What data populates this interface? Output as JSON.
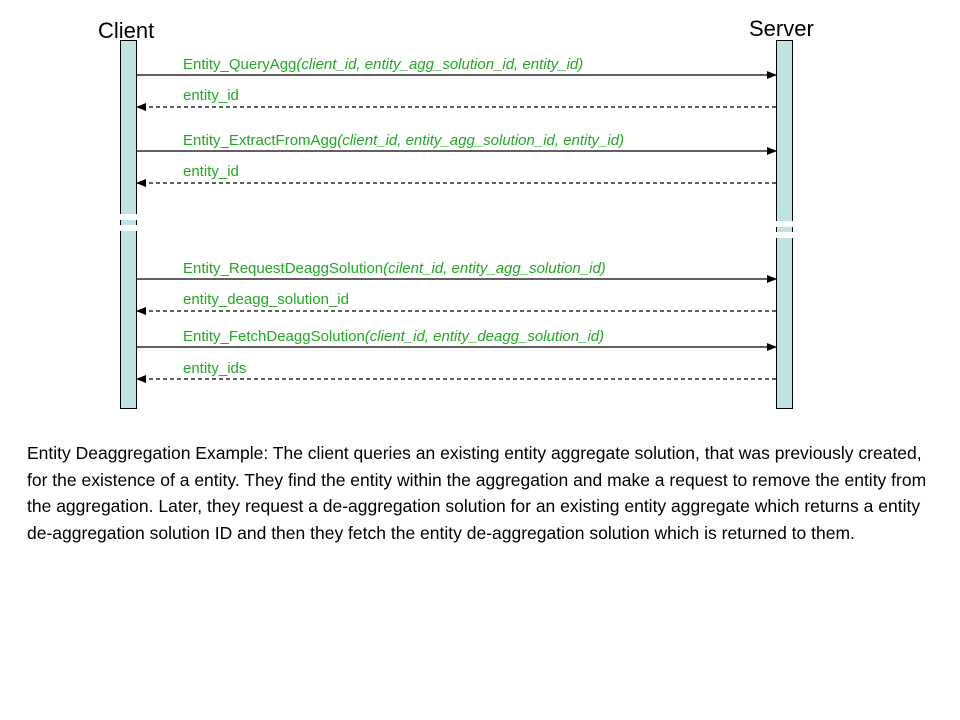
{
  "actors": {
    "client": "Client",
    "server": "Server"
  },
  "messages": [
    {
      "name": "Entity_QueryAgg",
      "args": "(client_id, entity_agg_solution_id, entity_id)",
      "direction": "request"
    },
    {
      "name": "entity_id",
      "args": "",
      "direction": "response"
    },
    {
      "name": "Entity_ExtractFromAgg",
      "args": "(client_id, entity_agg_solution_id, entity_id)",
      "direction": "request"
    },
    {
      "name": "entity_id",
      "args": "",
      "direction": "response"
    },
    {
      "name": "Entity_RequestDeaggSolution",
      "args": "(cilent_id, entity_agg_solution_id)",
      "direction": "request"
    },
    {
      "name": "entity_deagg_solution_id",
      "args": "",
      "direction": "response"
    },
    {
      "name": "Entity_FetchDeaggSolution",
      "args": "(client_id, entity_deagg_solution_id)",
      "direction": "request"
    },
    {
      "name": "entity_ids",
      "args": "",
      "direction": "response"
    }
  ],
  "description": "Entity Deaggregation Example:  The client queries an existing entity aggregate solution, that was previously created, for the existence of a entity.  They find the entity within the aggregation and make a request to remove the entity from the aggregation.  Later, they request a de-aggregation solution for an existing entity aggregate which returns a entity de-aggregation solution ID and then they fetch the entity de-aggregation solution which is returned to them.",
  "colors": {
    "message_text": "#22a822",
    "lifeline_fill": "#bfe3e3",
    "arrow": "#000000"
  }
}
